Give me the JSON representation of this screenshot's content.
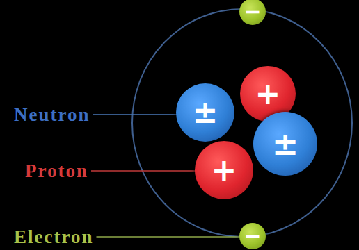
{
  "diagram": {
    "nodes": [
      {
        "text": [
          "−"
        ]
      },
      {
        "text": [
          "+"
        ]
      },
      {
        "text": [
          "±"
        ]
      },
      {
        "text": [
          "±"
        ]
      },
      {
        "text": [
          "+"
        ]
      },
      {
        "text": [
          "−"
        ]
      }
    ],
    "labels": [
      "Neutron",
      "Proton",
      "Electron"
    ]
  }
}
